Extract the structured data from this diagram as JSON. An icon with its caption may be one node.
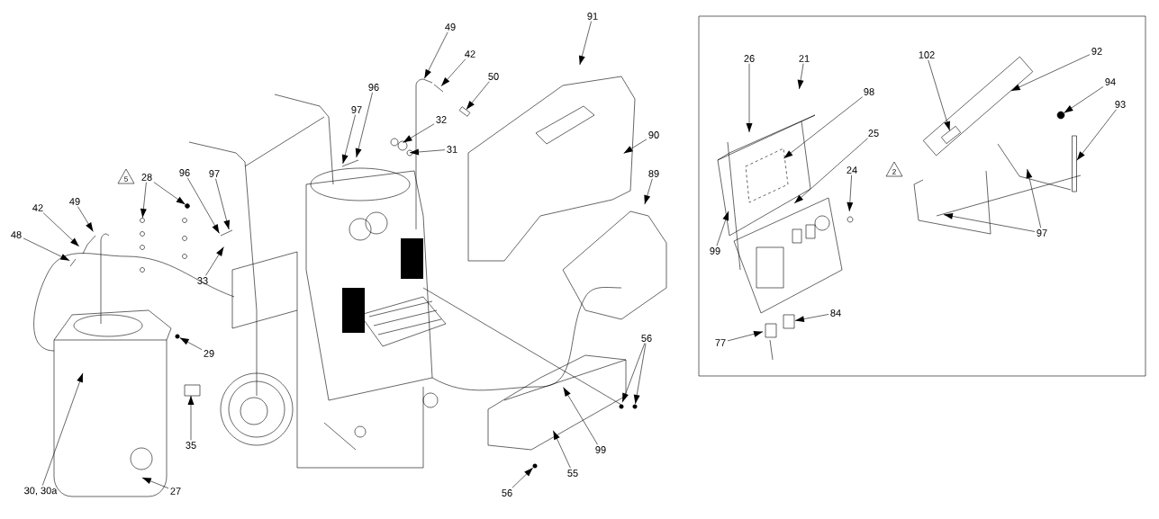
{
  "diagram": {
    "nodes": [
      {
        "text": [
          "91"
        ]
      },
      {
        "text": [
          "49"
        ]
      },
      {
        "text": [
          "42"
        ]
      },
      {
        "text": [
          "50"
        ]
      },
      {
        "text": [
          "96"
        ]
      },
      {
        "text": [
          "97"
        ]
      },
      {
        "text": [
          "32"
        ]
      },
      {
        "text": [
          "31"
        ]
      },
      {
        "text": [
          "90"
        ]
      },
      {
        "text": [
          "89"
        ]
      },
      {
        "text": [
          "28"
        ]
      },
      {
        "text": [
          "96"
        ]
      },
      {
        "text": [
          "97"
        ]
      },
      {
        "text": [
          "49"
        ]
      },
      {
        "text": [
          "42"
        ]
      },
      {
        "text": [
          "48"
        ]
      },
      {
        "text": [
          "33"
        ]
      },
      {
        "text": [
          "29"
        ]
      },
      {
        "text": [
          "35"
        ]
      },
      {
        "text": [
          "30, 30a"
        ]
      },
      {
        "text": [
          "27"
        ]
      },
      {
        "text": [
          "56"
        ]
      },
      {
        "text": [
          "99"
        ]
      },
      {
        "text": [
          "55"
        ]
      },
      {
        "text": [
          "56"
        ]
      },
      {
        "text": [
          "26"
        ]
      },
      {
        "text": [
          "21"
        ]
      },
      {
        "text": [
          "98"
        ]
      },
      {
        "text": [
          "25"
        ]
      },
      {
        "text": [
          "24"
        ]
      },
      {
        "text": [
          "99"
        ]
      },
      {
        "text": [
          "102"
        ]
      },
      {
        "text": [
          "92"
        ]
      },
      {
        "text": [
          "94"
        ]
      },
      {
        "text": [
          "93"
        ]
      },
      {
        "text": [
          "97"
        ]
      },
      {
        "text": [
          "84"
        ]
      },
      {
        "text": [
          "77"
        ]
      },
      {
        "text": [],
        "shape": "box"
      },
      {
        "text": [],
        "shape": "circle"
      },
      {
        "text": [],
        "shape": "box"
      },
      {
        "text": [],
        "shape": "box",
        "in": 40
      },
      {
        "text": [],
        "shape": "circle"
      },
      {
        "text": [],
        "shape": "bar"
      }
    ],
    "edges": [
      {
        "from": 0,
        "to": null,
        "arrow": "to"
      },
      {
        "from": 1,
        "to": null,
        "arrow": "to"
      },
      {
        "from": 2,
        "to": null,
        "arrow": "to"
      },
      {
        "from": 3,
        "to": 38,
        "arrow": "to"
      },
      {
        "from": 4,
        "to": null,
        "arrow": "to"
      },
      {
        "from": 5,
        "to": null,
        "arrow": "to"
      },
      {
        "from": 6,
        "to": null,
        "arrow": "to"
      },
      {
        "from": 7,
        "to": null,
        "arrow": "to"
      },
      {
        "from": 8,
        "to": null,
        "arrow": "to"
      },
      {
        "from": 9,
        "to": null,
        "arrow": "to"
      },
      {
        "from": 10,
        "to": null,
        "arrow": "to"
      },
      {
        "from": 10,
        "to": 39,
        "arrow": "to"
      },
      {
        "from": 11,
        "to": null,
        "arrow": "to"
      },
      {
        "from": 12,
        "to": null,
        "arrow": "to"
      },
      {
        "from": 13,
        "to": null,
        "arrow": "to"
      },
      {
        "from": 14,
        "to": null,
        "arrow": "to"
      },
      {
        "from": 15,
        "to": null,
        "arrow": "to"
      },
      {
        "from": 16,
        "to": null,
        "arrow": "to"
      },
      {
        "from": 17,
        "to": null,
        "arrow": "to"
      },
      {
        "from": 18,
        "to": null,
        "arrow": "to"
      },
      {
        "from": 19,
        "to": null,
        "arrow": "to"
      },
      {
        "from": 20,
        "to": null,
        "arrow": "to"
      },
      {
        "from": 21,
        "to": null,
        "arrow": "to"
      },
      {
        "from": 21,
        "to": null,
        "arrow": "to"
      },
      {
        "from": 22,
        "to": null,
        "arrow": "to"
      },
      {
        "from": 23,
        "to": null,
        "arrow": "to"
      },
      {
        "from": 24,
        "to": null,
        "arrow": "to"
      },
      {
        "from": 25,
        "to": null,
        "arrow": "to"
      },
      {
        "from": 26,
        "to": null,
        "arrow": "to"
      },
      {
        "from": 27,
        "to": null,
        "arrow": "to"
      },
      {
        "from": 28,
        "to": null,
        "arrow": "to"
      },
      {
        "from": 29,
        "to": null,
        "arrow": "to"
      },
      {
        "from": 30,
        "to": null,
        "arrow": "to"
      },
      {
        "from": 31,
        "to": 41,
        "arrow": "to"
      },
      {
        "from": 32,
        "to": 40,
        "arrow": "to"
      },
      {
        "from": 33,
        "to": 42,
        "arrow": "to"
      },
      {
        "from": 34,
        "to": 43,
        "arrow": "to"
      },
      {
        "from": 35,
        "to": null,
        "arrow": "to"
      },
      {
        "from": 35,
        "to": null,
        "arrow": "to"
      },
      {
        "from": 36,
        "to": null,
        "arrow": "to"
      },
      {
        "from": 37,
        "to": null,
        "arrow": "to"
      }
    ],
    "labels": [
      "5",
      "2"
    ]
  }
}
